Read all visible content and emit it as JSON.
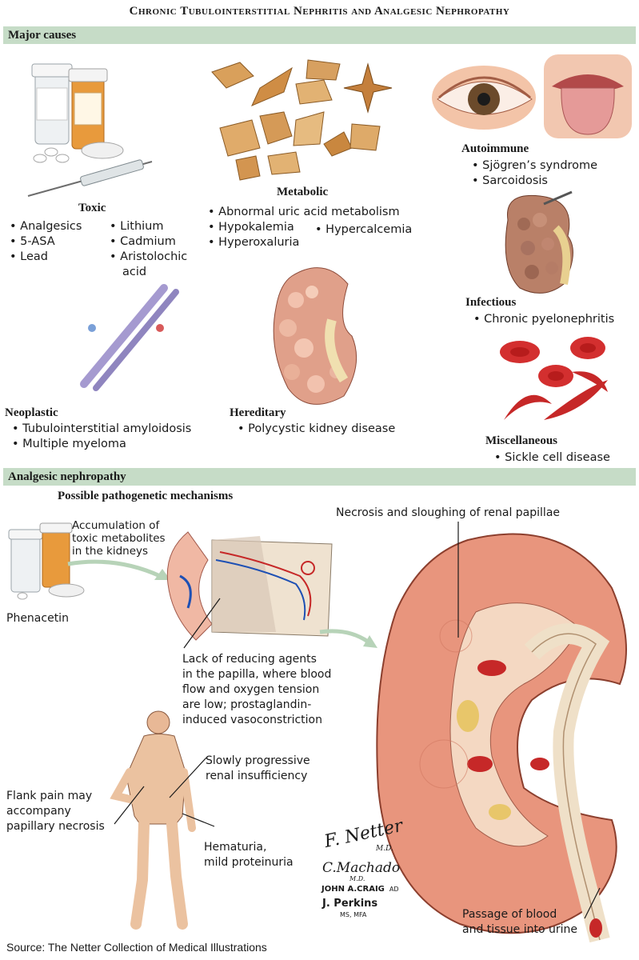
{
  "title": "Chronic Tubulointerstitial Nephritis and Analgesic Nephropathy",
  "sections": {
    "major_causes": "Major causes",
    "analgesic": "Analgesic nephropathy"
  },
  "toxic": {
    "heading": "Toxic",
    "col1": [
      "Analgesics",
      "5-ASA",
      "Lead"
    ],
    "col2": [
      "Lithium",
      "Cadmium",
      "Aristolochic"
    ],
    "col2_cont": "acid"
  },
  "metabolic": {
    "heading": "Metabolic",
    "item1": "Abnormal uric acid metabolism",
    "item2": "Hypokalemia",
    "item3": "Hypercalcemia",
    "item4": "Hyperoxaluria"
  },
  "autoimmune": {
    "heading": "Autoimmune",
    "items": [
      "Sjögren’s syndrome",
      "Sarcoidosis"
    ]
  },
  "infectious": {
    "heading": "Infectious",
    "items": [
      "Chronic pyelonephritis"
    ]
  },
  "neoplastic": {
    "heading": "Neoplastic",
    "items": [
      "Tubulointerstitial amyloidosis",
      "Multiple myeloma"
    ]
  },
  "hereditary": {
    "heading": "Hereditary",
    "items": [
      "Polycystic kidney disease"
    ]
  },
  "miscellaneous": {
    "heading": "Miscellaneous",
    "items": [
      "Sickle cell disease"
    ]
  },
  "mechanisms": {
    "heading": "Possible pathogenetic mechanisms",
    "accumulation": [
      "Accumulation of",
      "toxic metabolites",
      "in the kidneys"
    ],
    "phenacetin": "Phenacetin",
    "lack": [
      "Lack of reducing agents",
      "in the papilla, where blood",
      "flow and oxygen tension",
      "are low; prostaglandin-",
      "induced vasoconstriction"
    ]
  },
  "labels": {
    "necrosis": "Necrosis and sloughing of renal papillae",
    "slowly": [
      "Slowly progressive",
      "renal insufficiency"
    ],
    "flank": [
      "Flank pain may",
      "accompany",
      "papillary necrosis"
    ],
    "hematuria": [
      "Hematuria,",
      "mild proteinuria"
    ],
    "passage": [
      "Passage of blood",
      "and tissue into urine"
    ]
  },
  "credits": {
    "netter": "F. Netter",
    "netter_md": "M.D.",
    "machado": "C.Machado",
    "machado_md": "M.D.",
    "craig": "JOHN A.CRAIG",
    "craig_ad": "AD",
    "perkins": "J. Perkins",
    "perkins_deg": "MS, MFA"
  },
  "source": "Source: The Netter Collection of Medical Illustrations",
  "colors": {
    "band": "#c6dcc7",
    "kidney": "#e8957d",
    "blood": "#c62828",
    "crystal": "#d9a05b"
  }
}
